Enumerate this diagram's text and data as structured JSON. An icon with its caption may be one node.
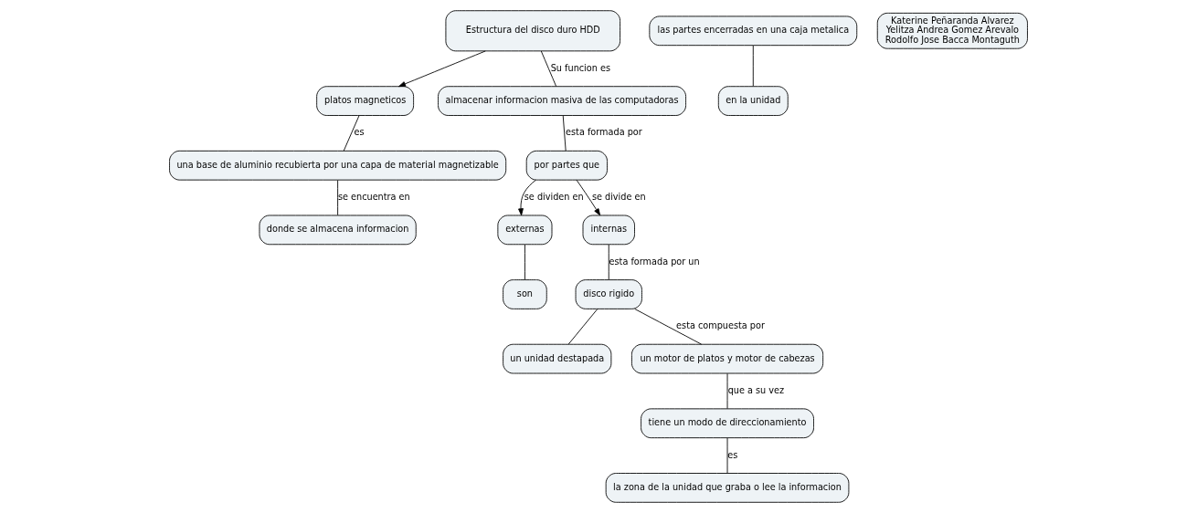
{
  "diagram": {
    "nodes": [
      {
        "text": [
          "Estructura del disco duro HDD"
        ]
      },
      {
        "text": [
          "platos magneticos"
        ]
      },
      {
        "text": [
          "una base de aluminio recubierta por una capa de material magnetizable"
        ]
      },
      {
        "text": [
          "donde se almacena informacion"
        ]
      },
      {
        "text": [
          "almacenar informacion masiva de las computadoras"
        ]
      },
      {
        "text": [
          "externas"
        ]
      },
      {
        "text": [
          "son"
        ]
      },
      {
        "text": [
          "las partes encerradas en una caja metalica"
        ]
      },
      {
        "text": [
          "en la unidad"
        ]
      },
      {
        "text": [
          "por partes que"
        ]
      },
      {
        "text": [
          "internas"
        ]
      },
      {
        "text": [
          "disco rigido"
        ]
      },
      {
        "text": [
          "un unidad destapada"
        ]
      },
      {
        "text": [
          "un motor de platos y motor de cabezas"
        ]
      },
      {
        "text": [
          "tiene un modo de direccionamiento"
        ]
      },
      {
        "text": [
          "la zona de la unidad que graba o lee la informacion"
        ]
      },
      {
        "text": [
          "Katerine Peñaranda Alvarez",
          "Yelitza Andrea Gomez Arevalo",
          "Rodolfo Jose Bacca Montaguth"
        ]
      }
    ],
    "edges": [
      {
        "from": 0,
        "to": 1,
        "arrow": "to"
      },
      {
        "from": 1,
        "to": 2,
        "arrow": "none",
        "label": "es"
      },
      {
        "from": 2,
        "to": 3,
        "arrow": "none",
        "label": "se encuentra en"
      },
      {
        "from": 0,
        "to": 4,
        "arrow": "none",
        "label": "Su funcion es"
      },
      {
        "from": 4,
        "to": 9,
        "arrow": "none",
        "label": "esta formada por"
      },
      {
        "from": 9,
        "to": 5,
        "arrow": "to",
        "label": "se dividen en"
      },
      {
        "from": 9,
        "to": 10,
        "arrow": "to",
        "label": "se divide en"
      },
      {
        "from": 5,
        "to": 6,
        "arrow": "none"
      },
      {
        "from": 7,
        "to": 8,
        "arrow": "none"
      },
      {
        "from": 10,
        "to": 11,
        "arrow": "none",
        "label": "esta formada por un"
      },
      {
        "from": 11,
        "to": 12,
        "arrow": "none"
      },
      {
        "from": 11,
        "to": 13,
        "arrow": "none",
        "label": "esta compuesta por"
      },
      {
        "from": 13,
        "to": 14,
        "arrow": "none",
        "label": "que a su vez"
      },
      {
        "from": 14,
        "to": 15,
        "arrow": "none",
        "label": "es"
      }
    ]
  }
}
